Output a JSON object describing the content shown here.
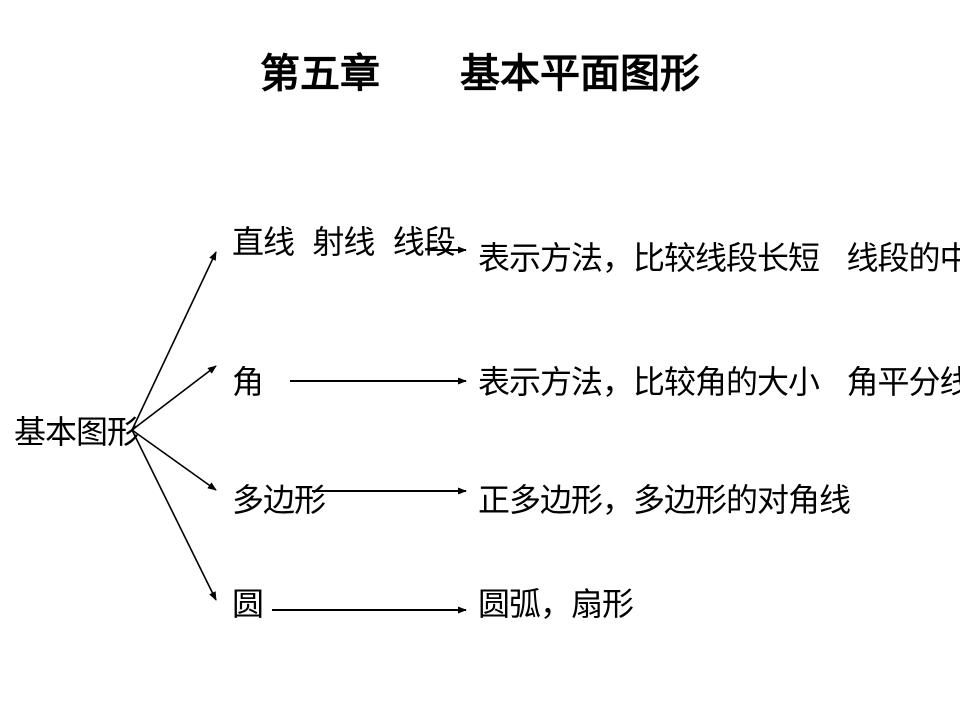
{
  "slide": {
    "title": "第五章　　基本平面图形"
  },
  "diagram": {
    "root": "基本图形",
    "branches": [
      {
        "label": "直线  射线  线段",
        "detail": "表示方法，比较线段长短   线段的中点"
      },
      {
        "label": "角",
        "detail": "表示方法，比较角的大小   角平分线"
      },
      {
        "label": "多边形",
        "detail": "正多边形，多边形的对角线"
      },
      {
        "label": "圆",
        "detail": "圆弧，扇形"
      }
    ]
  }
}
